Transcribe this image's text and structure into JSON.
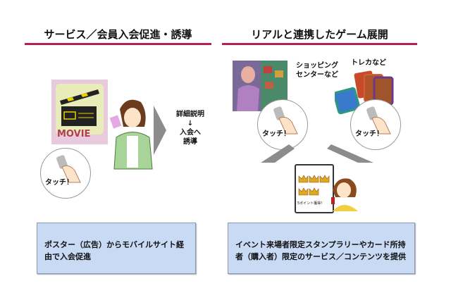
{
  "left": {
    "title": "サービス／会員入会促進・誘導",
    "poster_label": "MOVIE",
    "touch_label": "タッチ！",
    "flow": [
      "詳細説明",
      "↓",
      "入会へ",
      "誘導"
    ],
    "description": "ポスター（広告）からモバイルサイト経由で入会促進"
  },
  "right": {
    "title": "リアルと連携したゲーム展開",
    "shopping_label_1": "ショッピング",
    "shopping_label_2": "センターなど",
    "cards_label": "トレカなど",
    "touch_label_1": "タッチ！",
    "touch_label_2": "タッチ！",
    "phone_text": "5ポイント獲得！",
    "description": "イベント来場者限定スタンプラリーやカード所持者（購入者）限定のサービス／コンテンツを提供"
  },
  "colors": {
    "accent_rule": "#b5204d",
    "box_fill": "#c9daf5",
    "arrow": "#8c8c8c"
  }
}
